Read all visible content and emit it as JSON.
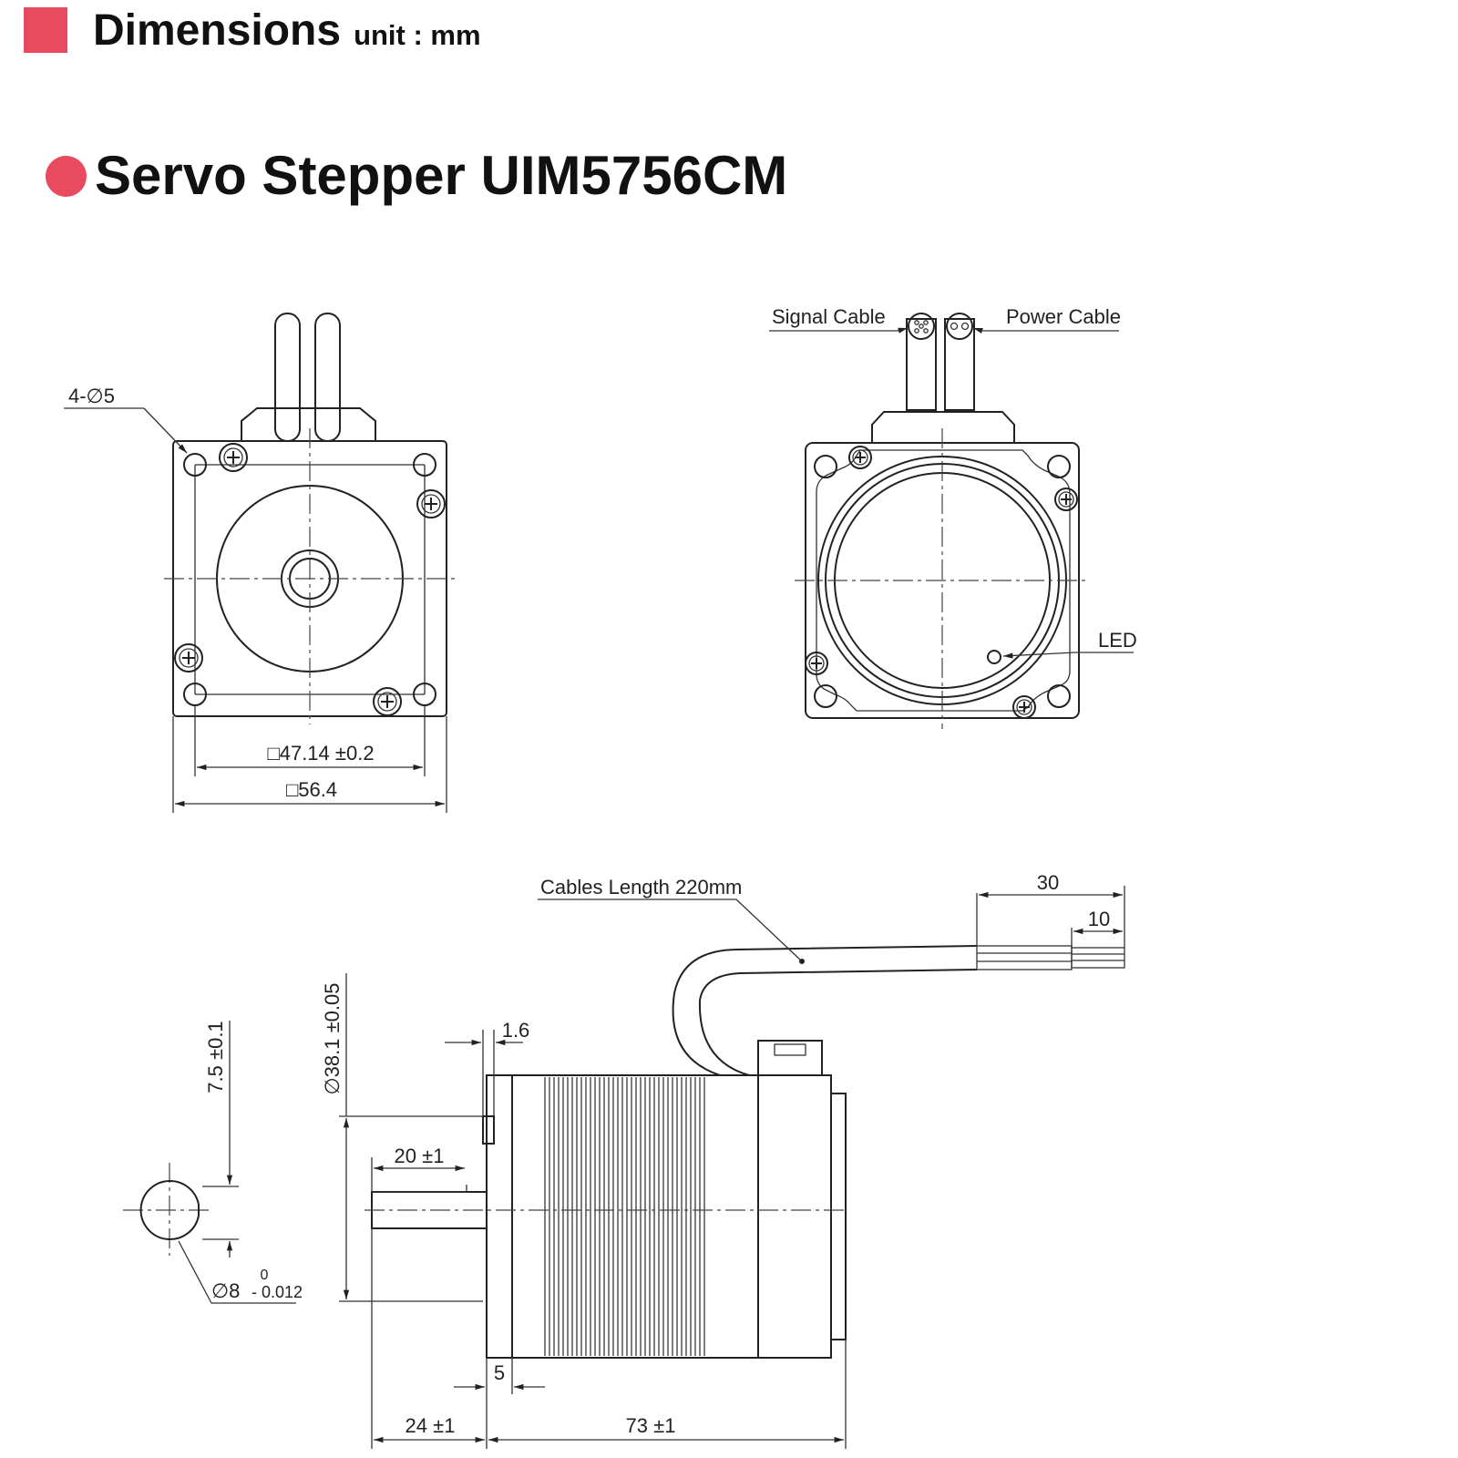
{
  "header": {
    "title": "Dimensions",
    "unit": "unit : mm",
    "accent_color": "#e84a5f"
  },
  "product": {
    "title": "Servo Stepper UIM5756CM"
  },
  "front_view": {
    "hole_label": "4-∅5",
    "inner_dim": "□47.14 ±0.2",
    "outer_dim": "□56.4"
  },
  "rear_view": {
    "signal_cable": "Signal Cable",
    "power_cable": "Power Cable",
    "led": "LED"
  },
  "side_view": {
    "cable_length": "Cables Length 220mm",
    "dim_30": "30",
    "dim_10": "10",
    "dim_1_6": "1.6",
    "pilot_dia": "∅38.1 ±0.05",
    "shaft_len": "20 ±1",
    "dim_5": "5",
    "shaft_total": "24 ±1",
    "body_len": "73 ±1"
  },
  "shaft_section": {
    "flat_dim": "7.5 ±0.1",
    "shaft_dia": "∅8",
    "tol_upper": "0",
    "tol_lower": "- 0.012"
  }
}
